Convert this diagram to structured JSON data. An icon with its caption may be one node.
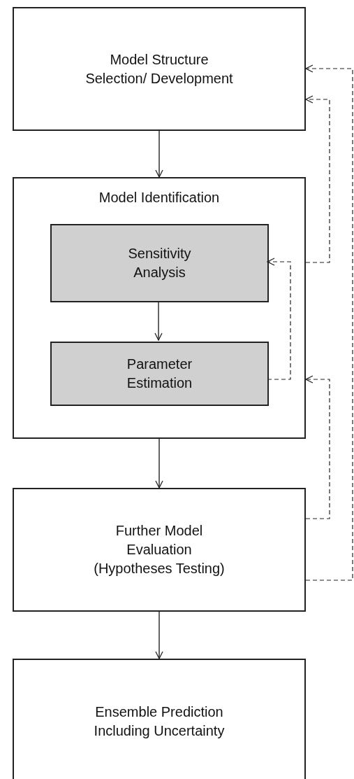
{
  "diagram": {
    "nodes": [
      {
        "text": [
          "Model Structure Selection/ Development"
        ]
      },
      {
        "text": [
          "Model Identification"
        ]
      },
      {
        "text": [
          "Sensitivity Analysis"
        ],
        "in": 1
      },
      {
        "text": [
          "Parameter Estimation"
        ],
        "in": 1
      },
      {
        "text": [
          "Further Model Evaluation (Hypotheses Testing)"
        ]
      },
      {
        "text": [
          "Ensemble Prediction Including Uncertainty"
        ]
      }
    ],
    "edges": [
      {
        "from": 0,
        "to": 1,
        "arrow": "to"
      },
      {
        "from": 2,
        "to": 3,
        "arrow": "to"
      },
      {
        "from": 1,
        "to": 4,
        "arrow": "to"
      },
      {
        "from": 4,
        "to": 5,
        "arrow": "to"
      },
      {
        "from": 3,
        "to": 2,
        "arrow": "to",
        "style": "dashed"
      },
      {
        "from": 1,
        "to": 0,
        "arrow": "to",
        "style": "dashed"
      },
      {
        "from": 4,
        "to": 1,
        "arrow": "to",
        "style": "dashed"
      },
      {
        "from": 4,
        "to": 0,
        "arrow": "to",
        "style": "dashed"
      }
    ]
  }
}
